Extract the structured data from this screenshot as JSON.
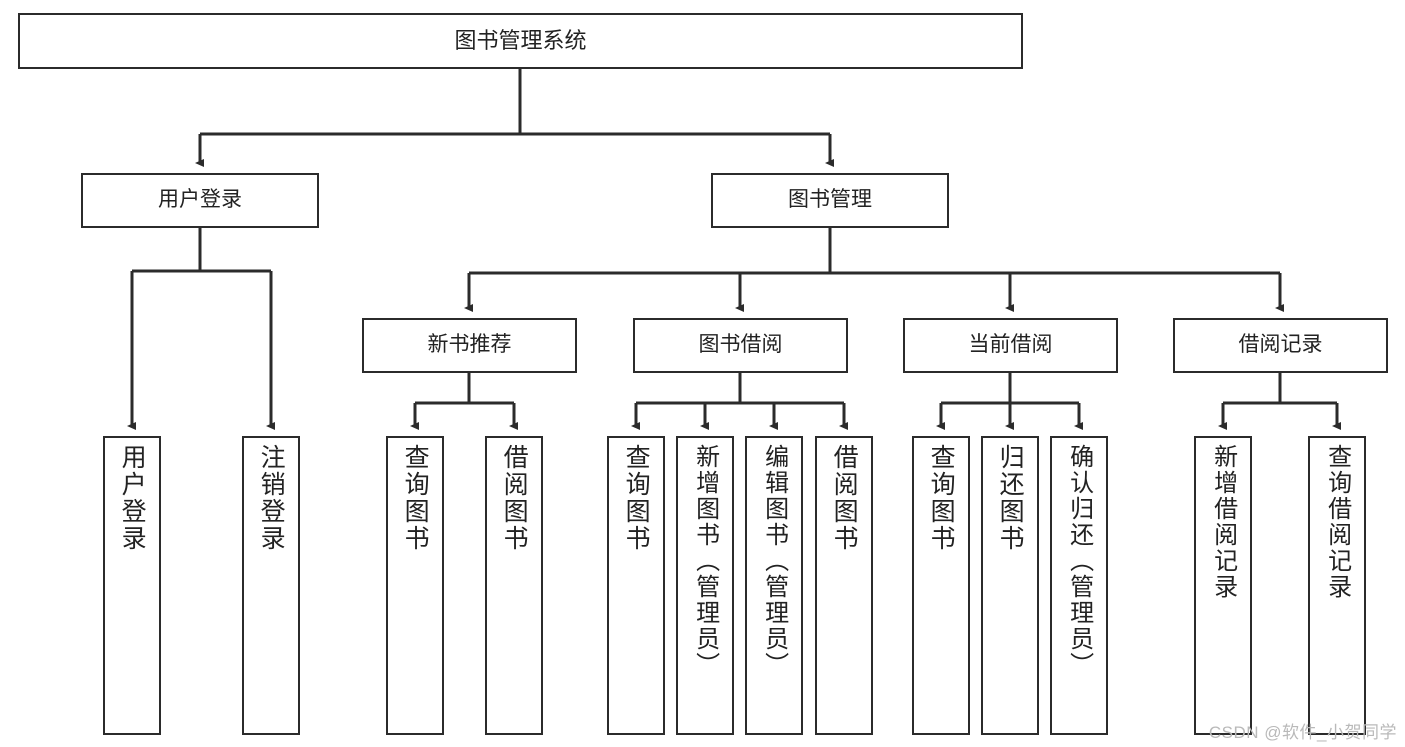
{
  "diagram": {
    "title": "图书管理系统",
    "type": "tree",
    "root": {
      "id": "root",
      "label": "图书管理系统"
    },
    "level1": [
      {
        "id": "user-login",
        "label": "用户登录"
      },
      {
        "id": "book-manage",
        "label": "图书管理"
      }
    ],
    "level2": [
      {
        "id": "new-book-recommend",
        "label": "新书推荐",
        "parent": "book-manage"
      },
      {
        "id": "book-borrow",
        "label": "图书借阅",
        "parent": "book-manage"
      },
      {
        "id": "current-borrow",
        "label": "当前借阅",
        "parent": "book-manage"
      },
      {
        "id": "borrow-record",
        "label": "借阅记录",
        "parent": "book-manage"
      }
    ],
    "leaves": [
      {
        "id": "leaf-user-login",
        "label": "用户登录",
        "parent": "user-login"
      },
      {
        "id": "leaf-logout-login",
        "label": "注销登录",
        "parent": "user-login"
      },
      {
        "id": "leaf-query-book-1",
        "label": "查询图书",
        "parent": "new-book-recommend"
      },
      {
        "id": "leaf-borrow-book-1",
        "label": "借阅图书",
        "parent": "new-book-recommend"
      },
      {
        "id": "leaf-query-book-2",
        "label": "查询图书",
        "parent": "book-borrow"
      },
      {
        "id": "leaf-add-book",
        "label": "新增图书（管理员）",
        "parent": "book-borrow"
      },
      {
        "id": "leaf-edit-book",
        "label": "编辑图书（管理员）",
        "parent": "book-borrow"
      },
      {
        "id": "leaf-borrow-book-2",
        "label": "借阅图书",
        "parent": "book-borrow"
      },
      {
        "id": "leaf-query-book-3",
        "label": "查询图书",
        "parent": "current-borrow"
      },
      {
        "id": "leaf-return-book",
        "label": "归还图书",
        "parent": "current-borrow"
      },
      {
        "id": "leaf-confirm-return",
        "label": "确认归还（管理员）",
        "parent": "current-borrow"
      },
      {
        "id": "leaf-add-record",
        "label": "新增借阅记录",
        "parent": "borrow-record"
      },
      {
        "id": "leaf-query-record",
        "label": "查询借阅记录",
        "parent": "borrow-record"
      }
    ]
  },
  "watermark": {
    "text": "CSDN @软件_小贺同学"
  },
  "colors": {
    "stroke": "#2b2b2b",
    "fill": "#ffffff",
    "text": "#222222",
    "watermark": "#b9b9b9"
  }
}
